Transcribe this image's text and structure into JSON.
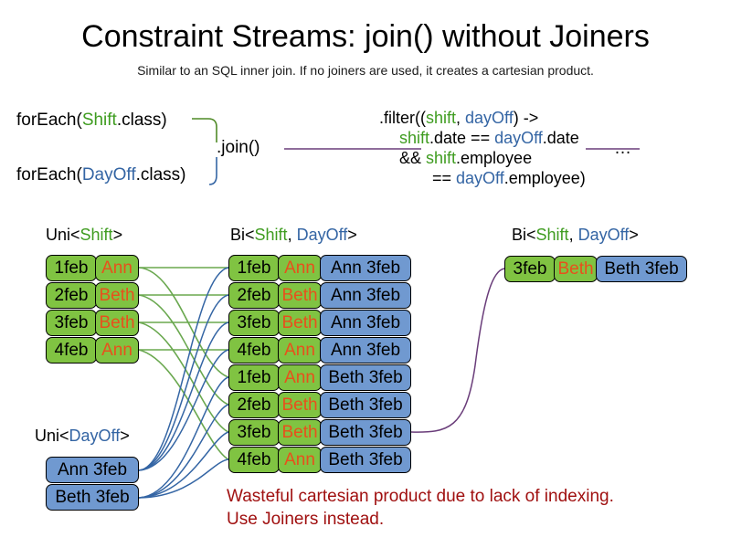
{
  "title": "Constraint Streams: join() without Joiners",
  "subtitle": "Similar to an SQL inner join. If no joiners are used, it creates a cartesian product.",
  "code": {
    "foreach_shift_prefix": "forEach(",
    "foreach_shift_type": "Shift",
    "foreach_shift_suffix": ".class)",
    "foreach_dayoff_prefix": "forEach(",
    "foreach_dayoff_type": "DayOff",
    "foreach_dayoff_suffix": ".class)",
    "join_label": ".join()",
    "ellipsis": "…",
    "filter": {
      "line1_a": ".filter((",
      "line1_shift": "shift",
      "line1_comma": ", ",
      "line1_dayoff": "dayOff",
      "line1_b": ") ->",
      "line2_shift": "shift",
      "line2_mid": ".date == ",
      "line2_dayoff": "dayOff",
      "line2_end": ".date",
      "line3_a": "&& ",
      "line3_shift": "shift",
      "line3_end": ".employee",
      "line4_a": "== ",
      "line4_dayoff": "dayOff",
      "line4_end": ".employee)"
    }
  },
  "captions": {
    "uni_shift": {
      "pre": "Uni<",
      "type": "Shift",
      "post": ">"
    },
    "bi_middle": {
      "pre": "Bi<",
      "type1": "Shift",
      "sep": ", ",
      "type2": "DayOff",
      "post": ">"
    },
    "bi_right": {
      "pre": "Bi<",
      "type1": "Shift",
      "sep": ", ",
      "type2": "DayOff",
      "post": ">"
    },
    "uni_dayoff": {
      "pre": "Uni<",
      "type": "DayOff",
      "post": ">"
    }
  },
  "shift_stream": [
    {
      "date": "1feb",
      "name": "Ann"
    },
    {
      "date": "2feb",
      "name": "Beth"
    },
    {
      "date": "3feb",
      "name": "Beth"
    },
    {
      "date": "4feb",
      "name": "Ann"
    }
  ],
  "dayoff_stream": [
    {
      "label": "Ann 3feb"
    },
    {
      "label": "Beth 3feb"
    }
  ],
  "join_stream": [
    {
      "date": "1feb",
      "name": "Ann",
      "dayoff": "Ann 3feb"
    },
    {
      "date": "2feb",
      "name": "Beth",
      "dayoff": "Ann 3feb"
    },
    {
      "date": "3feb",
      "name": "Beth",
      "dayoff": "Ann 3feb"
    },
    {
      "date": "4feb",
      "name": "Ann",
      "dayoff": "Ann 3feb"
    },
    {
      "date": "1feb",
      "name": "Ann",
      "dayoff": "Beth 3feb"
    },
    {
      "date": "2feb",
      "name": "Beth",
      "dayoff": "Beth 3feb"
    },
    {
      "date": "3feb",
      "name": "Beth",
      "dayoff": "Beth 3feb"
    },
    {
      "date": "4feb",
      "name": "Ann",
      "dayoff": "Beth 3feb"
    }
  ],
  "result_stream": [
    {
      "date": "3feb",
      "name": "Beth",
      "dayoff": "Beth 3feb"
    }
  ],
  "warning": {
    "line1": "Wasteful cartesian product due to lack of indexing.",
    "line2": "Use Joiners instead."
  },
  "colors": {
    "shift_green": "#80c342",
    "dayoff_blue": "#7099d0",
    "name_orange": "#e8501c",
    "shift_text_green": "#3f9c20",
    "dayoff_text_blue": "#3465a4",
    "warning_red": "#a01010",
    "link_green": "#6aa84f",
    "link_blue": "#3465a4",
    "link_purple": "#6a3d7a"
  }
}
